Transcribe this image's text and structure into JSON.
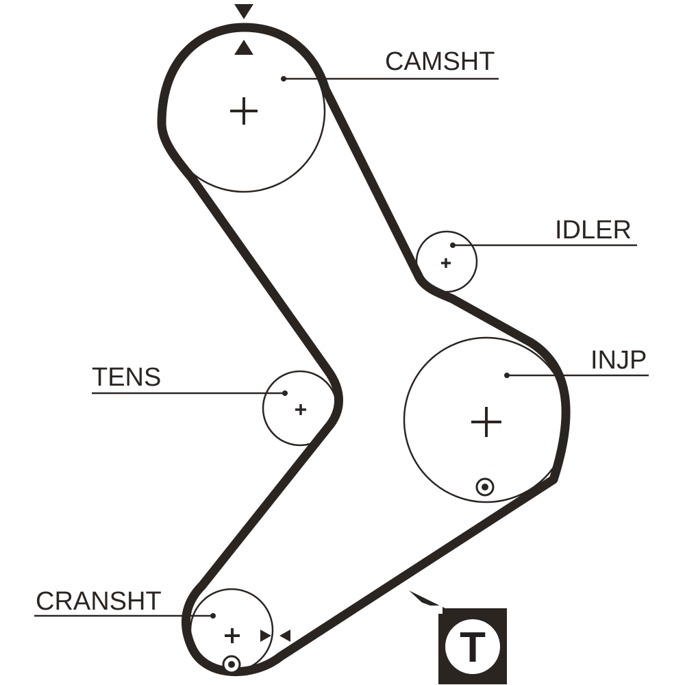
{
  "labels": {
    "camshaft": "CAMSHT",
    "idler": "IDLER",
    "injection_pump": "INJP",
    "tensioner": "TENS",
    "crankshaft": "CRANSHT",
    "tensioner_badge": "T"
  },
  "colors": {
    "ink": "#2b2522",
    "background": "#ffffff"
  },
  "icons": {
    "timing_mark_arrows": "triangle-arrow-pair",
    "timing_mark_circle": "circled-dot",
    "tensioner_badge": "tag-with-letter-T"
  }
}
